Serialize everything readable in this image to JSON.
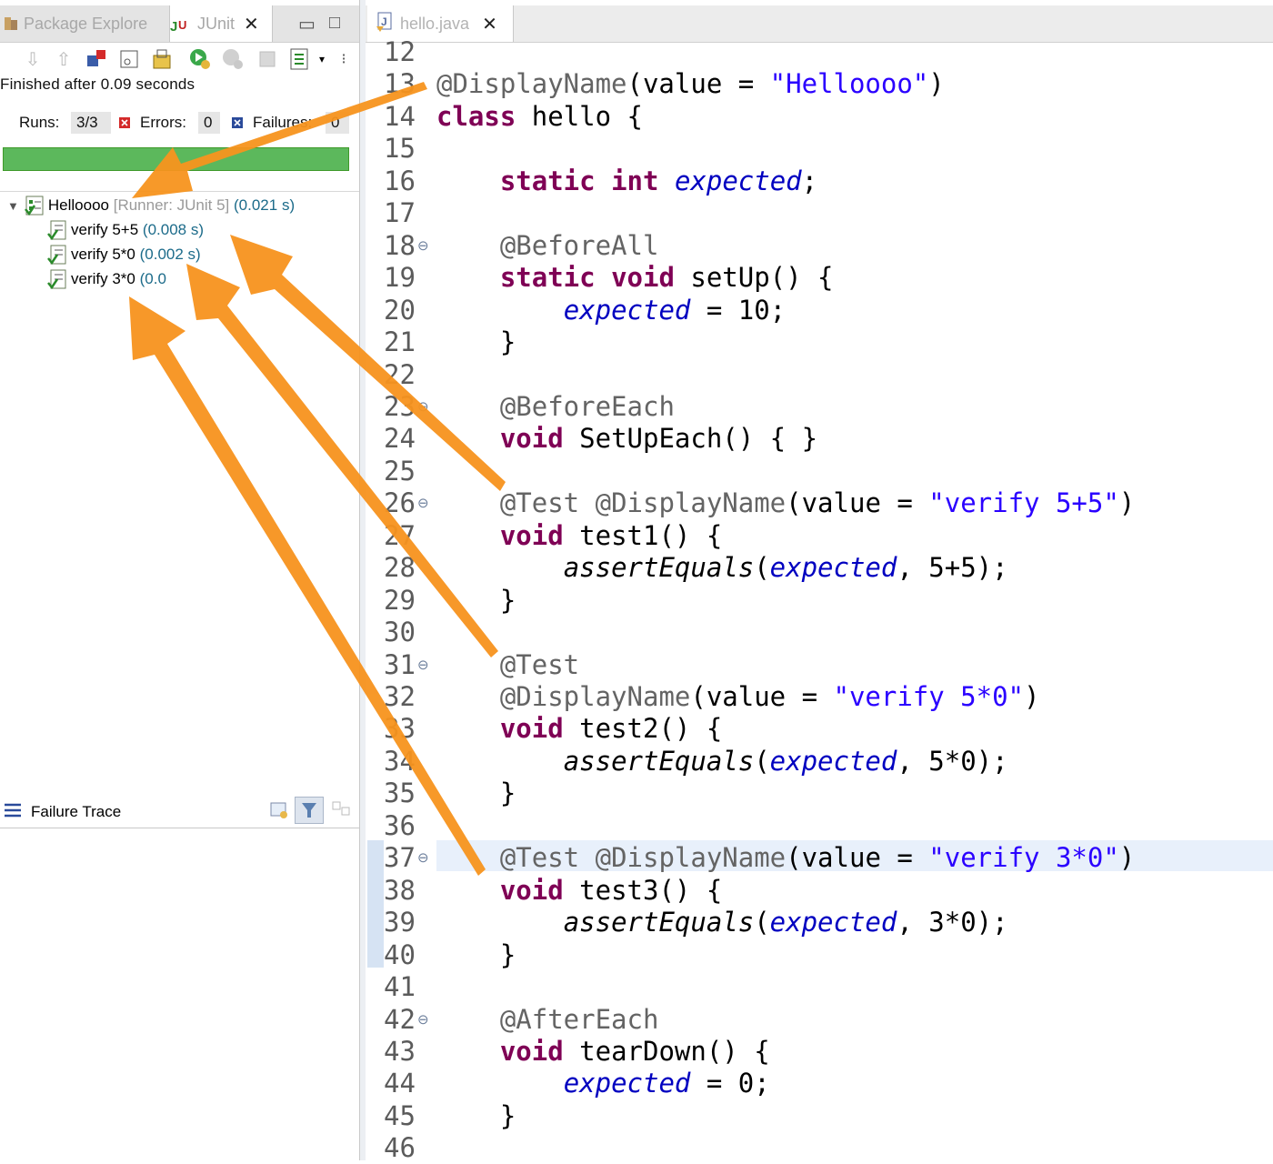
{
  "left_panel": {
    "tabs": [
      {
        "label": "Package Explore",
        "icon": "package-explorer-icon"
      },
      {
        "label": "JUnit",
        "icon": "junit-icon"
      }
    ],
    "status": "Finished after 0.09 seconds",
    "runs_label": "Runs:",
    "runs_value": "3/3",
    "errors_label": "Errors:",
    "errors_value": "0",
    "failures_label": "Failures:",
    "failures_value": "0",
    "progress_fraction": 1.0,
    "progress_color": "#5cb85c",
    "tree": {
      "root": {
        "name": "Helloooo",
        "runner": "[Runner: JUnit 5]",
        "time": "(0.021 s)"
      },
      "children": [
        {
          "name": "verify 5+5",
          "time": "(0.008 s)"
        },
        {
          "name": "verify 5*0",
          "time": "(0.002 s)"
        },
        {
          "name": "verify 3*0",
          "time": "(0.0"
        }
      ]
    },
    "failure_trace_label": "Failure Trace"
  },
  "editor": {
    "tab_label": "hello.java",
    "lines": [
      {
        "n": "12",
        "html": ""
      },
      {
        "n": "13",
        "html": "<span class=\"ann\">@DisplayName</span>(value = <span class=\"str\">\"Helloooo\"</span>)"
      },
      {
        "n": "14",
        "html": "<span class=\"kw\">class</span> hello {"
      },
      {
        "n": "15",
        "html": ""
      },
      {
        "n": "16",
        "html": "    <span class=\"kw\">static</span> <span class=\"kw\">int</span> <span class=\"fld\">expected</span>;"
      },
      {
        "n": "17",
        "html": ""
      },
      {
        "n": "18",
        "html": "    <span class=\"ann\">@BeforeAll</span>",
        "fold": true
      },
      {
        "n": "19",
        "html": "    <span class=\"kw\">static</span> <span class=\"kw\">void</span> setUp() {"
      },
      {
        "n": "20",
        "html": "        <span class=\"fld\">expected</span> = 10;"
      },
      {
        "n": "21",
        "html": "    }"
      },
      {
        "n": "22",
        "html": ""
      },
      {
        "n": "23",
        "html": "    <span class=\"ann\">@BeforeEach</span>",
        "fold": true
      },
      {
        "n": "24",
        "html": "    <span class=\"kw\">void</span> SetUpEach() { }"
      },
      {
        "n": "25",
        "html": ""
      },
      {
        "n": "26",
        "html": "    <span class=\"ann\">@Test</span> <span class=\"ann\">@DisplayName</span>(value = <span class=\"str\">\"verify 5+5\"</span>)",
        "fold": true
      },
      {
        "n": "27",
        "html": "    <span class=\"kw\">void</span> test1() {"
      },
      {
        "n": "28",
        "html": "        <span class=\"mth\">assertEquals</span>(<span class=\"fld\">expected</span>, 5+5);"
      },
      {
        "n": "29",
        "html": "    }"
      },
      {
        "n": "30",
        "html": ""
      },
      {
        "n": "31",
        "html": "    <span class=\"ann\">@Test</span>",
        "fold": true
      },
      {
        "n": "32",
        "html": "    <span class=\"ann\">@DisplayName</span>(value = <span class=\"str\">\"verify 5*0\"</span>)"
      },
      {
        "n": "33",
        "html": "    <span class=\"kw\">void</span> test2() {"
      },
      {
        "n": "34",
        "html": "        <span class=\"mth\">assertEquals</span>(<span class=\"fld\">expected</span>, 5*0);"
      },
      {
        "n": "35",
        "html": "    }"
      },
      {
        "n": "36",
        "html": ""
      },
      {
        "n": "37",
        "html": "    <span class=\"ann\">@Test</span> <span class=\"ann\">@DisplayName</span>(value = <span class=\"str\">\"verify 3*0\"</span>)",
        "fold": true
      },
      {
        "n": "38",
        "html": "    <span class=\"kw\">void</span> test3() {"
      },
      {
        "n": "39",
        "html": "        <span class=\"mth\">assertEquals</span>(<span class=\"fld\">expected</span>, 3*0);"
      },
      {
        "n": "40",
        "html": "    }"
      },
      {
        "n": "41",
        "html": ""
      },
      {
        "n": "42",
        "html": "    <span class=\"ann\">@AfterEach</span>",
        "fold": true
      },
      {
        "n": "43",
        "html": "    <span class=\"kw\">void</span> tearDown() {"
      },
      {
        "n": "44",
        "html": "        <span class=\"fld\">expected</span> = 0;"
      },
      {
        "n": "45",
        "html": "    }"
      },
      {
        "n": "46",
        "html": ""
      }
    ]
  },
  "annotation_color": "#f7931e"
}
